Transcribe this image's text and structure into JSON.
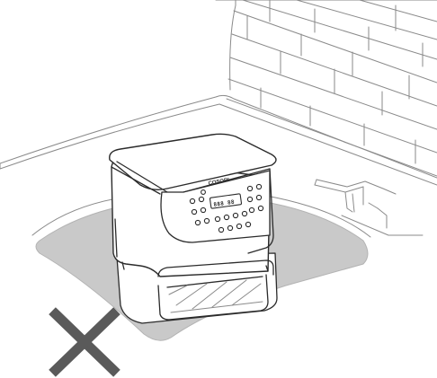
{
  "brand": "COSORI",
  "display": "888  88",
  "colors": {
    "mat": "#c9c9c9",
    "mat_outline": "#b3b3b3",
    "line": "#2b2b2b",
    "wall_line": "#8a8a8a",
    "cross_mark": "#5a5a5a"
  },
  "icons": [
    "air-fryer-illustration",
    "heat-resistant-mat",
    "brick-wall",
    "faucet-icon",
    "cross-mark-icon"
  ],
  "status": "incorrect-placement"
}
